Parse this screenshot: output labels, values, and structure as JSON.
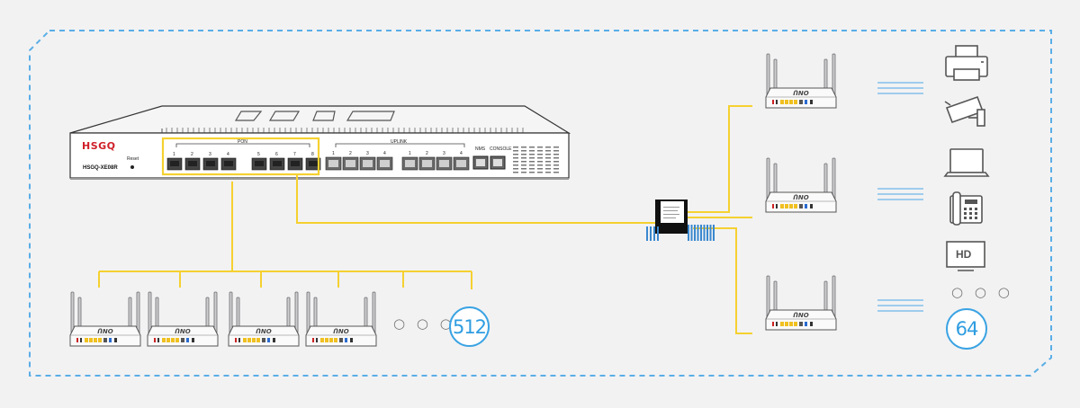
{
  "olt": {
    "brand": "HSGQ",
    "model": "HSGQ-XE08R",
    "reset_label": "Reset",
    "pon_label": "PON",
    "uplink_label": "UPLINK",
    "nms_label": "NMS",
    "console_label": "CONSOLE",
    "pon_ports": [
      "1",
      "2",
      "3",
      "4",
      "5",
      "6",
      "7",
      "8"
    ],
    "uplink_ports": [
      "1",
      "2",
      "3",
      "4",
      "1",
      "2",
      "3",
      "4"
    ]
  },
  "onu_count_left": "512",
  "onu_count_right": "64",
  "ellipsis": "○ ○ ○",
  "devices": {
    "hd_label": "HD"
  },
  "colors": {
    "fiber": "#f5d130",
    "border": "#5aaee6",
    "accent": "#3aa3e3",
    "brand": "#d0202a"
  },
  "icons": [
    "printer-icon",
    "camera-icon",
    "laptop-icon",
    "phone-icon",
    "tv-icon"
  ]
}
